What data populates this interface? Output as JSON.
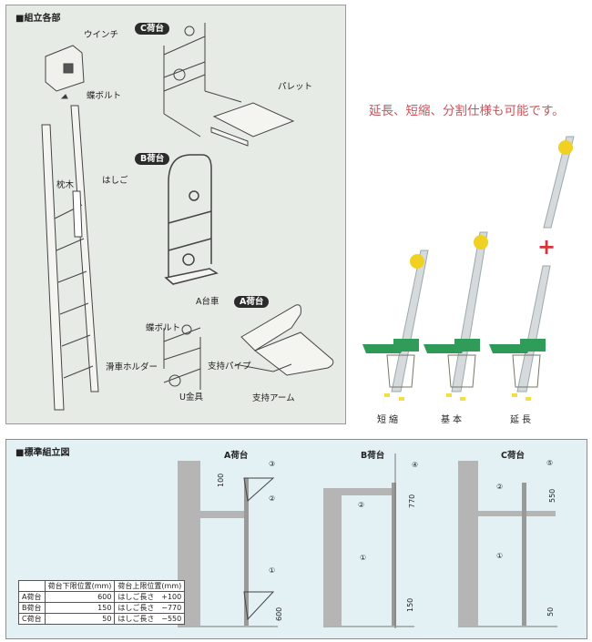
{
  "parts_section": {
    "title": "■組立各部",
    "labels": {
      "winch": "ウインチ",
      "wing_bolt_top": "蝶ボルト",
      "pallet": "パレット",
      "sleeper": "枕木",
      "ladder": "はしご",
      "a_cart": "A台車",
      "wing_bolt_cart": "蝶ボルト",
      "pulley_holder": "滑車ホルダー",
      "support_pipe": "支持パイプ",
      "u_bracket": "U金具",
      "support_arm": "支持アーム"
    },
    "badges": {
      "c": "C荷台",
      "b": "B荷台",
      "a": "A荷台"
    }
  },
  "promo": {
    "headline": "延長、短縮、分割仕様も可能です。",
    "plus": "+",
    "captions": [
      "短縮",
      "基本",
      "延長"
    ],
    "accent_color": "#c9535b"
  },
  "standard_section": {
    "title": "■標準組立図",
    "diagrams": [
      {
        "title": "A荷台",
        "callouts": [
          "③",
          "②",
          "①"
        ],
        "dims": [
          "100",
          "600"
        ]
      },
      {
        "title": "B荷台",
        "callouts": [
          "④",
          "②",
          "①"
        ],
        "dims": [
          "770",
          "150"
        ]
      },
      {
        "title": "C荷台",
        "callouts": [
          "⑤",
          "②",
          "①"
        ],
        "dims": [
          "550",
          "50"
        ]
      }
    ],
    "table": {
      "headers": [
        "",
        "荷台下限位置(mm)",
        "荷台上限位置(mm)"
      ],
      "rows": [
        {
          "name": "A荷台",
          "lower": "600",
          "upper_label": "はしご長さ",
          "upper": "+100"
        },
        {
          "name": "B荷台",
          "lower": "150",
          "upper_label": "はしご長さ",
          "upper": "−770"
        },
        {
          "name": "C荷台",
          "lower": "50",
          "upper_label": "はしご長さ",
          "upper": "−550"
        }
      ]
    }
  }
}
